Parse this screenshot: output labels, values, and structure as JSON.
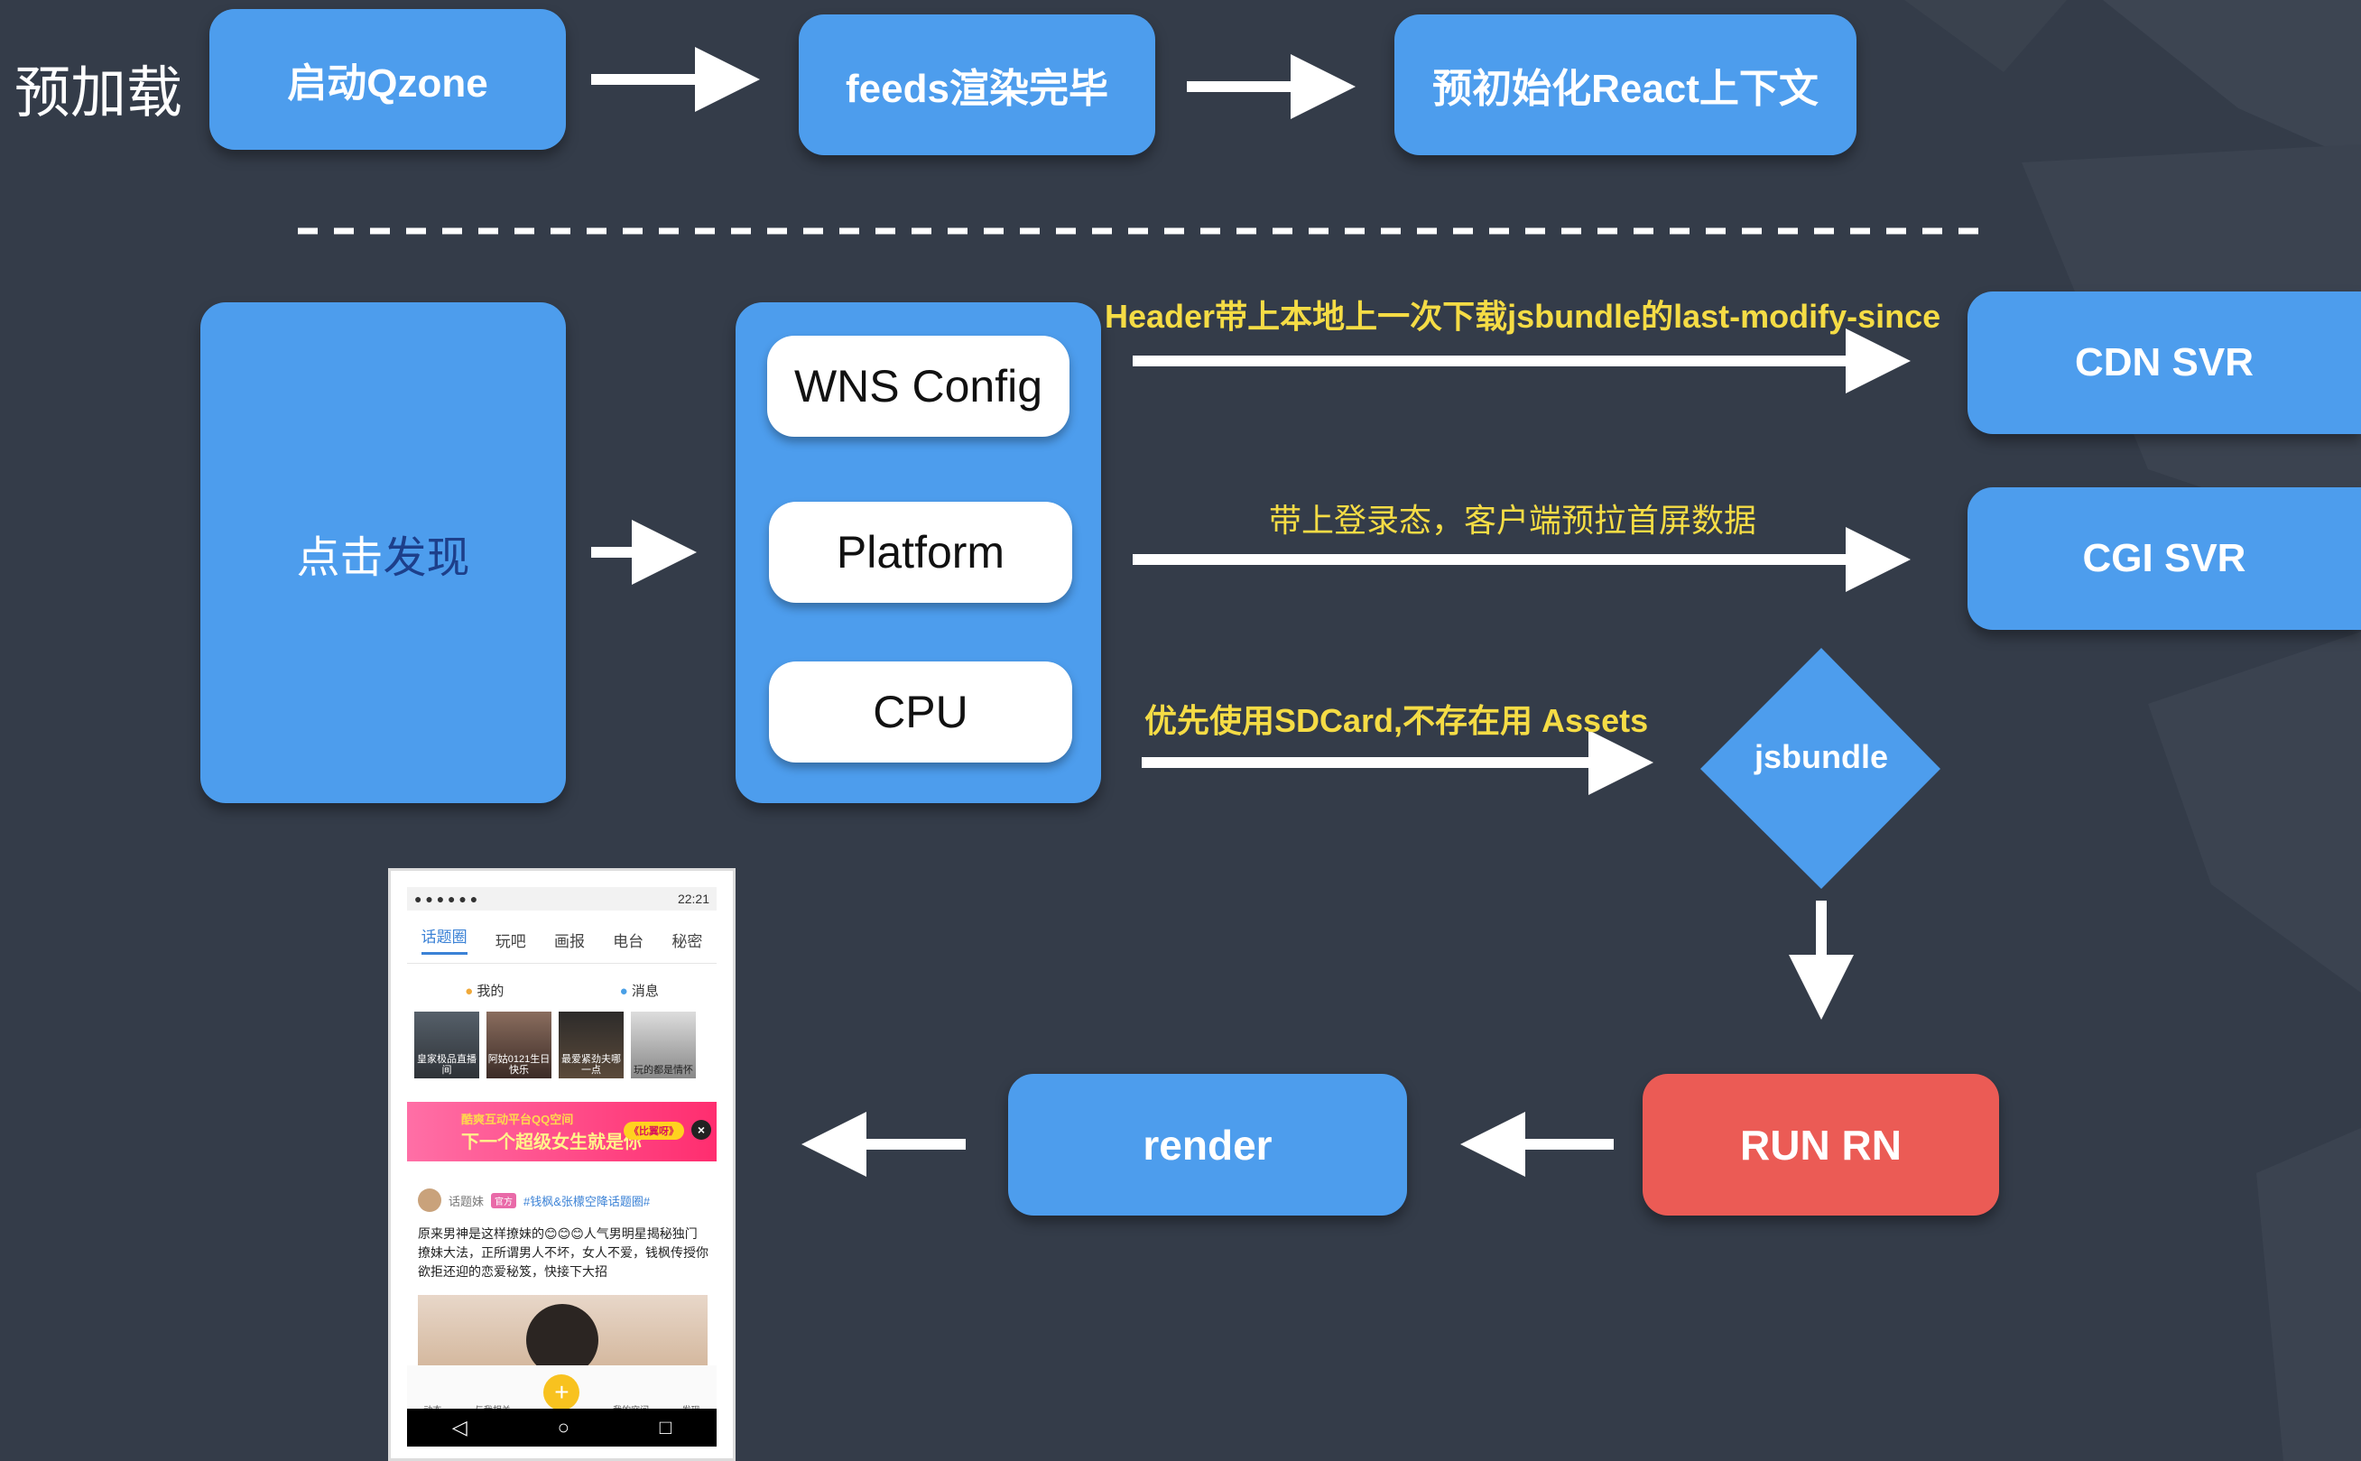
{
  "title": "预加载",
  "preload": {
    "step1": "启动Qzone",
    "step2": "feeds渲染完毕",
    "step3": "预初始化React上下文"
  },
  "trigger": {
    "prefix": "点击",
    "highlight": "发现"
  },
  "config_group": {
    "item1": "WNS Config",
    "item2": "Platform",
    "item3": "CPU"
  },
  "edges": {
    "cdn_note": "Header带上本地上一次下载jsbundle的last-modify-since",
    "cgi_note": "带上登录态，客户端预拉首屏数据",
    "bundle_note": "优先使用SDCard,不存在用 Assets"
  },
  "servers": {
    "cdn": "CDN SVR",
    "cgi": "CGI SVR"
  },
  "bundle": "jsbundle",
  "run": "RUN RN",
  "render": "render",
  "colors": {
    "background": "#343c49",
    "node_blue": "#4d9ded",
    "node_red": "#eb5b55",
    "annotation_yellow": "#f5dc45"
  },
  "phone": {
    "status_time": "22:21",
    "tabs": [
      "话题圈",
      "玩吧",
      "画报",
      "电台",
      "秘密"
    ],
    "sub_mine": "我的",
    "sub_msg": "消息",
    "thumbs": [
      "皇家极品直播间",
      "阿姑0121生日快乐",
      "最爱紧劲夫哪一点",
      "玩的都是情怀"
    ],
    "banner_line1": "酷爽互动平台QQ空间",
    "banner_line2": "下一个超级女生就是你",
    "banner_button": "《比翼呀》",
    "banner_close": "×",
    "post_user": "话题妹",
    "post_tag": "官方",
    "post_topic": "#钱枫&张檬空降话题圈#",
    "post_text": "原来男神是这样撩妹的😊😊😊人气男明星揭秘独门撩妹大法，正所谓男人不坏，女人不爱，钱枫传授你欲拒还迎的恋爱秘笈，快接下大招",
    "bottom": [
      "动态",
      "与我相关",
      "+",
      "我的空间",
      "发现"
    ],
    "nav": [
      "◁",
      "○",
      "□"
    ]
  }
}
